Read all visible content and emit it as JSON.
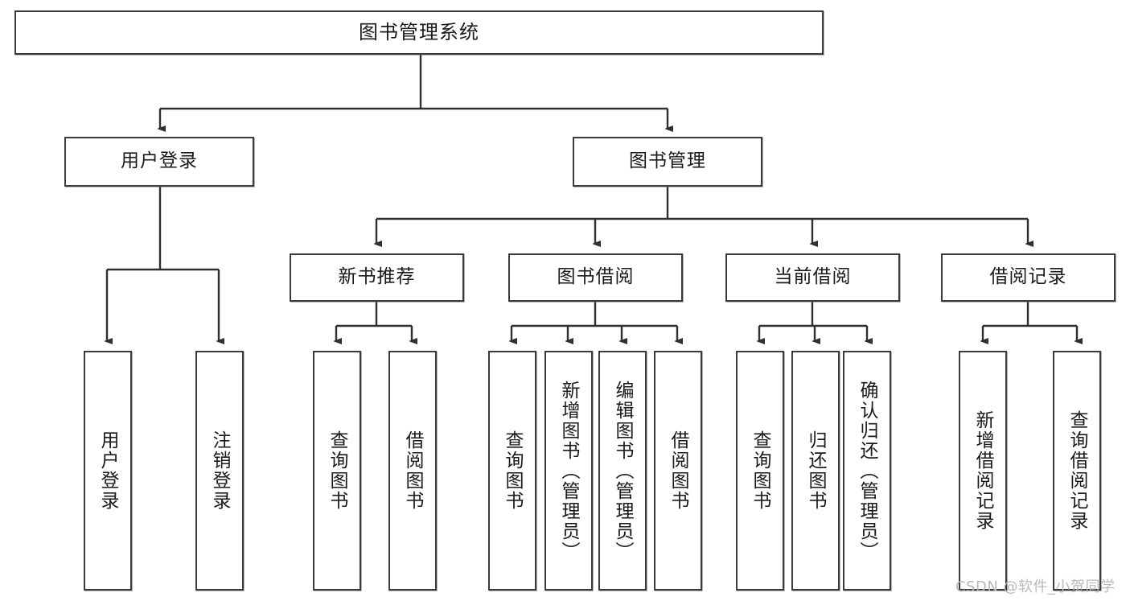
{
  "diagram": {
    "type": "tree",
    "title": "图书管理系统",
    "watermark": "CSDN @软件_小贺同学",
    "colors": {
      "box_border": "#3a3a3a",
      "box_fill": "#ffffff",
      "connector": "#2f2f2f",
      "text": "#1a1a1a",
      "watermark": "#b9b9b9"
    }
  },
  "nodes": {
    "root": {
      "label": "图书管理系统"
    },
    "level2": [
      {
        "label": "用户登录"
      },
      {
        "label": "图书管理"
      }
    ],
    "level3": [
      {
        "label": "新书推荐"
      },
      {
        "label": "图书借阅"
      },
      {
        "label": "当前借阅"
      },
      {
        "label": "借阅记录"
      }
    ],
    "leaves": {
      "user_login": [
        {
          "label": "用户登录"
        },
        {
          "label": "注销登录"
        }
      ],
      "new_book_recommend": [
        {
          "label": "查询图书"
        },
        {
          "label": "借阅图书"
        }
      ],
      "book_borrow": [
        {
          "label": "查询图书"
        },
        {
          "label": "新增图书（管理员）"
        },
        {
          "label": "编辑图书（管理员）"
        },
        {
          "label": "借阅图书"
        }
      ],
      "current_borrow": [
        {
          "label": "查询图书"
        },
        {
          "label": "归还图书"
        },
        {
          "label": "确认归还（管理员）"
        }
      ],
      "borrow_record": [
        {
          "label": "新增借阅记录"
        },
        {
          "label": "查询借阅记录"
        }
      ]
    }
  }
}
